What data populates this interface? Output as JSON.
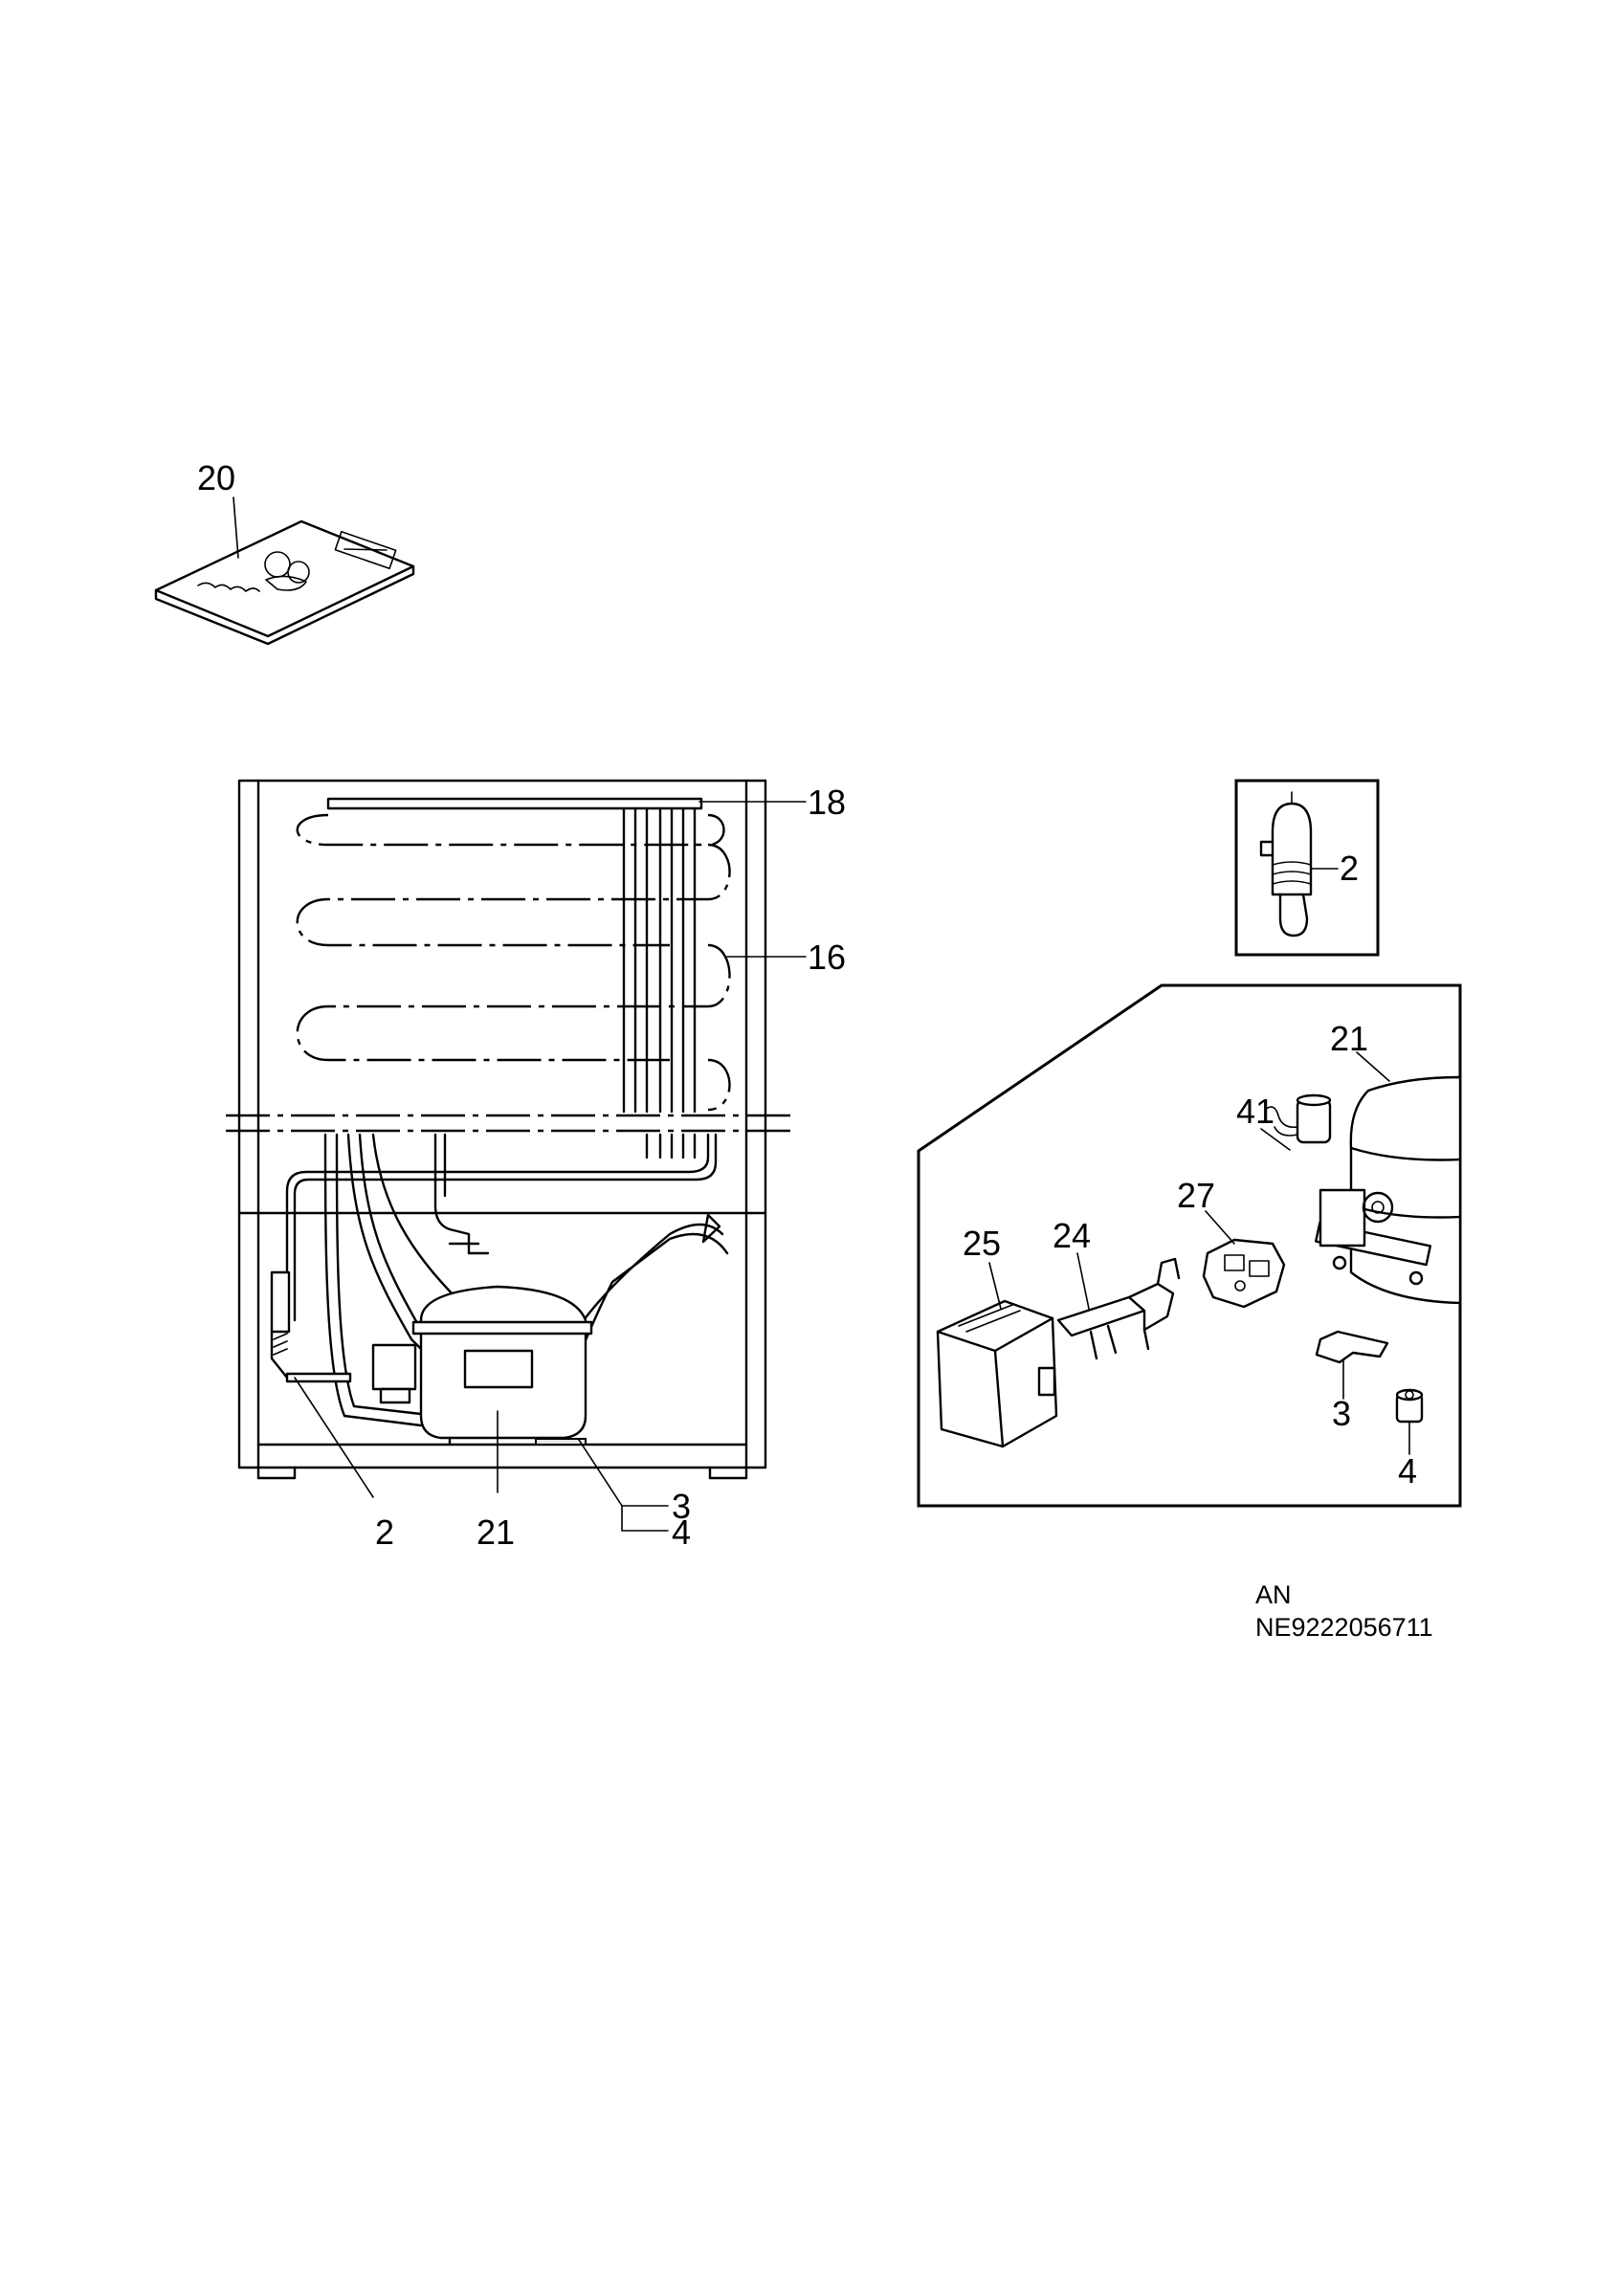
{
  "callouts": {
    "manual": "20",
    "condenser_top": "18",
    "condenser_side": "16",
    "detail_thermal": "2",
    "detail_compressor": "21",
    "detail_capacitor": "41",
    "detail_relay_27": "27",
    "detail_relay_24": "24",
    "detail_cover_25": "25",
    "detail_clip_3": "3",
    "detail_grommet_4": "4",
    "main_thermal": "2",
    "main_compressor": "21",
    "main_clip_3": "3",
    "main_grommet_4": "4"
  },
  "footer": {
    "code_prefix": "AN",
    "code_number": "NE9222056711"
  }
}
